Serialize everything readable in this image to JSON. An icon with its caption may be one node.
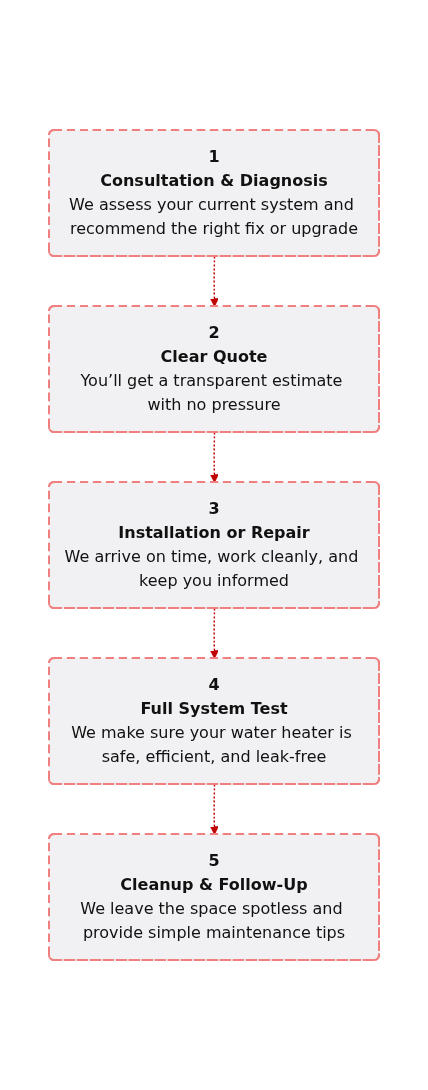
{
  "diagram": {
    "nodes": [
      {
        "text": [
          "1",
          "Consultation & Diagnosis",
          "We assess your current system and recommend the right fix or upgrade"
        ]
      },
      {
        "text": [
          "2",
          "Clear Quote",
          "You’ll get a transparent estimate with no pressure"
        ]
      },
      {
        "text": [
          "3",
          "Installation or Repair",
          "We arrive on time, work cleanly, and keep you informed"
        ]
      },
      {
        "text": [
          "4",
          "Full System Test",
          "We make sure your water heater is safe, efficient, and leak-free"
        ]
      },
      {
        "text": [
          "5",
          "Cleanup & Follow-Up",
          "We leave the space spotless and provide simple maintenance tips"
        ]
      }
    ],
    "edges": [
      {
        "from": 0,
        "to": 1,
        "arrow": "to",
        "style": "dashed"
      },
      {
        "from": 1,
        "to": 2,
        "arrow": "to",
        "style": "dashed"
      },
      {
        "from": 2,
        "to": 3,
        "arrow": "to",
        "style": "dashed"
      },
      {
        "from": 3,
        "to": 4,
        "arrow": "to",
        "style": "dashed"
      }
    ]
  }
}
